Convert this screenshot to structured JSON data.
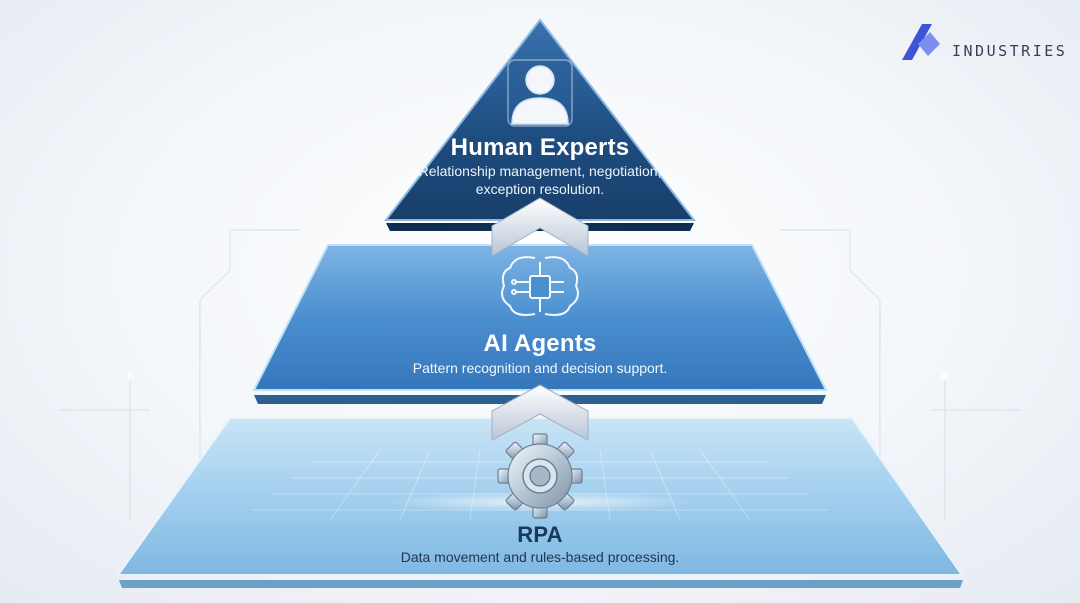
{
  "brand": {
    "name": "INDUSTRIES",
    "colors": {
      "primary": "#3d54d6",
      "accent": "#7c8ef0"
    }
  },
  "tiers": [
    {
      "title": "Human Experts",
      "description": "Relationship management, negotiation, exception resolution.",
      "icon": "person-icon",
      "color": "#1f4e7f"
    },
    {
      "title": "AI Agents",
      "description": "Pattern recognition and decision support.",
      "icon": "brain-chip-icon",
      "color": "#3f84c7"
    },
    {
      "title": "RPA",
      "description": "Data movement and rules-based processing.",
      "icon": "gear-icon",
      "color": "#8cc3e6"
    }
  ],
  "connectors": [
    "chevron-up-icon",
    "chevron-up-icon"
  ]
}
